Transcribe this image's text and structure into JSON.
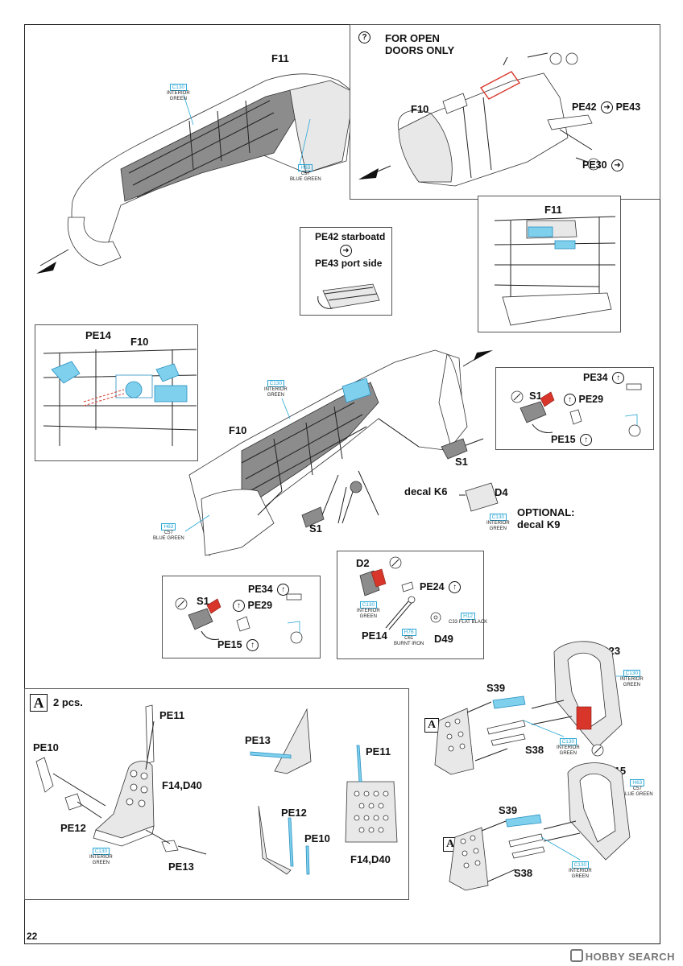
{
  "page": {
    "number": "22"
  },
  "watermark": {
    "text": "HOBBY SEARCH"
  },
  "top_left": {
    "part": "F11",
    "paint_interior": {
      "code": "C130",
      "name1": "INTERIOR",
      "name2": "GREEN"
    },
    "paint_blue": {
      "code1": "H63",
      "code2": "C57",
      "name": "BLUE GREEN"
    }
  },
  "open_doors": {
    "icon": "?",
    "title_line1": "FOR OPEN",
    "title_line2": "DOORS ONLY",
    "part": "F10",
    "pe_a": "PE42",
    "pe_b": "PE43",
    "pe_c": "PE30"
  },
  "pe_side": {
    "line1": "PE42 starboatd",
    "line2": "PE43 port side"
  },
  "f11_detail": {
    "part": "F11"
  },
  "pe14_detail": {
    "pe": "PE14",
    "part": "F10"
  },
  "main": {
    "part": "F10",
    "paint_interior": {
      "code": "C130",
      "name1": "INTERIOR",
      "name2": "GREEN"
    },
    "paint_blue": {
      "code1": "H63",
      "code2": "C57",
      "name": "BLUE GREEN"
    },
    "s1_right": "S1",
    "s1_left": "S1",
    "decal_k6": "decal K6",
    "d4": "D4",
    "d4_paint": {
      "code": "C130",
      "name1": "INTERIOR",
      "name2": "GREEN"
    },
    "optional_line1": "OPTIONAL:",
    "optional_line2": "decal K9"
  },
  "s1_inset_right": {
    "pe34": "PE34",
    "s1": "S1",
    "pe29": "PE29",
    "pe15": "PE15"
  },
  "s1_inset_left": {
    "pe34": "PE34",
    "s1": "S1",
    "pe29": "PE29",
    "pe15": "PE15"
  },
  "d2_inset": {
    "d2": "D2",
    "pe24": "PE24",
    "paint_d2": {
      "code": "C130",
      "name1": "INTERIOR",
      "name2": "GREEN"
    },
    "paint_black": {
      "code1": "H12",
      "code2": "C33",
      "name": "FLAT BLACK"
    },
    "paint_iron": {
      "code1": "H76",
      "code2": "C61",
      "name": "BURNT IRON"
    },
    "pe14": "PE14",
    "d49": "D49"
  },
  "seat_panel": {
    "badge": "A",
    "count": "2 pcs.",
    "pe11": "PE11",
    "pe10": "PE10",
    "f14d40": "F14,D40",
    "pe12": "PE12",
    "pe13": "PE13",
    "paint": {
      "code": "C130",
      "name1": "INTERIOR",
      "name2": "GREEN"
    },
    "pe13b": "PE13",
    "pe12b": "PE12",
    "pe10b": "PE10",
    "pe11b": "PE11",
    "f14d40b": "F14,D40"
  },
  "bulkhead_upper": {
    "badge": "A",
    "s23": "S23",
    "paint_s23": {
      "code": "C130",
      "name1": "INTERIOR",
      "name2": "GREEN"
    },
    "s39": "S39",
    "s38": "S38",
    "paint_mid": {
      "code": "C130",
      "name1": "INTERIOR",
      "name2": "GREEN"
    }
  },
  "bulkhead_lower": {
    "badge": "A",
    "s15": "S15",
    "paint_s15": {
      "code1": "H63",
      "code2": "C57",
      "name": "BLUE GREEN"
    },
    "s39": "S39",
    "s38": "S38",
    "paint_mid": {
      "code": "C130",
      "name1": "INTERIOR",
      "name2": "GREEN"
    }
  }
}
